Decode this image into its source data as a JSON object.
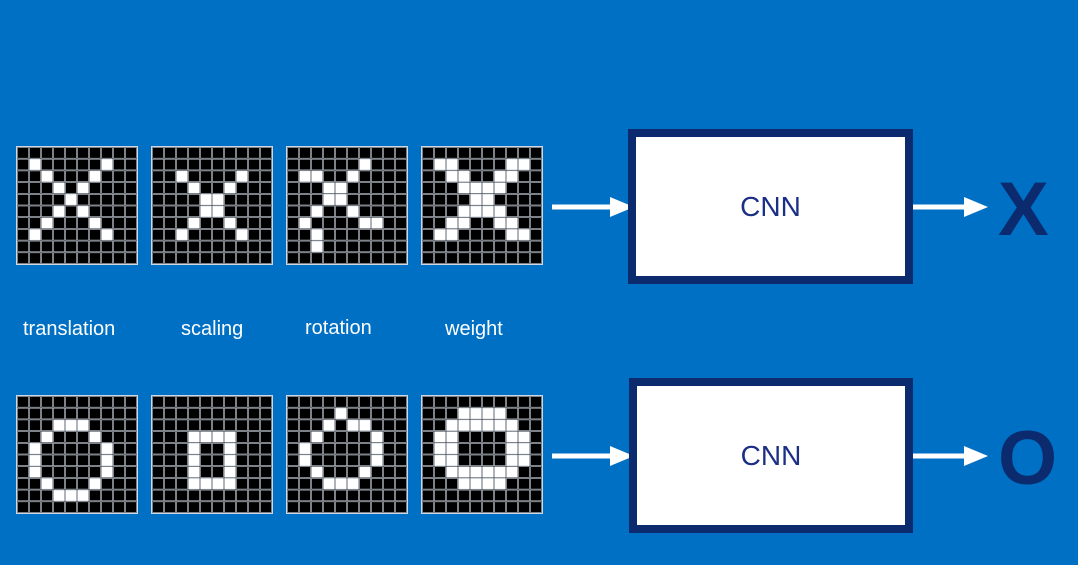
{
  "colors": {
    "background": "#0070c5",
    "cnn_border": "#0b2b6e",
    "cnn_text": "#1b2f86",
    "output_text": "#0b2b6e",
    "arrow": "#ffffff",
    "pixel_on": "#ffffff",
    "pixel_off": "#000000"
  },
  "labels": {
    "translation": "translation",
    "scaling": "scaling",
    "rotation": "rotation",
    "weight": "weight"
  },
  "rows": [
    {
      "cnn_label": "CNN",
      "output": "X",
      "grids": [
        {
          "variant": "translation",
          "pixels": [
            "..........",
            ".x.....x..",
            "..x...x...",
            "...x.x....",
            "....x.....",
            "...x.x....",
            "..x...x...",
            ".x.....x..",
            "..........",
            ".........."
          ]
        },
        {
          "variant": "scaling",
          "pixels": [
            "..........",
            "..........",
            "..x....x..",
            "...x..x...",
            "....xx....",
            "....xx....",
            "...x..x...",
            "..x....x..",
            "..........",
            ".........."
          ]
        },
        {
          "variant": "rotation",
          "pixels": [
            "..........",
            "......x...",
            ".xx..x....",
            "...xx.....",
            "...xx.....",
            "..x..x....",
            ".x....xx..",
            "..x.......",
            "..x.......",
            ".........."
          ]
        },
        {
          "variant": "weight",
          "pixels": [
            "..........",
            ".xx....xx.",
            "..xx..xx..",
            "...xxxx...",
            "....xx....",
            "...xxxx...",
            "..xx..xx..",
            ".xx....xx.",
            "..........",
            ".........."
          ]
        }
      ]
    },
    {
      "cnn_label": "CNN",
      "output": "O",
      "grids": [
        {
          "variant": "translation",
          "pixels": [
            "..........",
            "..........",
            "...xxx....",
            "..x...x...",
            ".x.....x..",
            ".x.....x..",
            ".x.....x..",
            "..x...x...",
            "...xxx....",
            ".........."
          ]
        },
        {
          "variant": "scaling",
          "pixels": [
            "..........",
            "..........",
            "..........",
            "...xxxx...",
            "...x..x...",
            "...x..x...",
            "...x..x...",
            "...xxxx...",
            "..........",
            ".........."
          ]
        },
        {
          "variant": "rotation",
          "pixels": [
            "..........",
            "....x.....",
            "...x.xx...",
            "..x....x..",
            ".x.....x..",
            ".x.....x..",
            "..x...x...",
            "...xxx....",
            "..........",
            ".........."
          ]
        },
        {
          "variant": "weight",
          "pixels": [
            "..........",
            "...xxxx...",
            "..xxxxxx..",
            ".xx....xx.",
            ".xx....xx.",
            ".xx....xx.",
            "..xxxxxx..",
            "...xxxx...",
            "..........",
            ".........."
          ]
        }
      ]
    }
  ]
}
